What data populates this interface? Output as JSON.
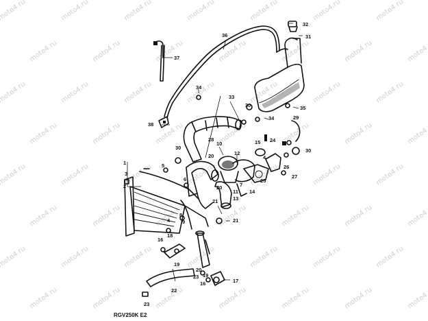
{
  "watermark_text": "moto4.ru",
  "model_code": "RGV250K E2",
  "callouts": [
    "1",
    "2",
    "3",
    "4",
    "5",
    "6",
    "7",
    "8",
    "9",
    "10",
    "11",
    "12",
    "13",
    "14",
    "15",
    "16",
    "17",
    "18",
    "19",
    "20",
    "21",
    "22",
    "23",
    "24",
    "25",
    "26",
    "27",
    "28",
    "29",
    "30",
    "31",
    "32",
    "33",
    "34",
    "35",
    "36",
    "37",
    "38"
  ]
}
